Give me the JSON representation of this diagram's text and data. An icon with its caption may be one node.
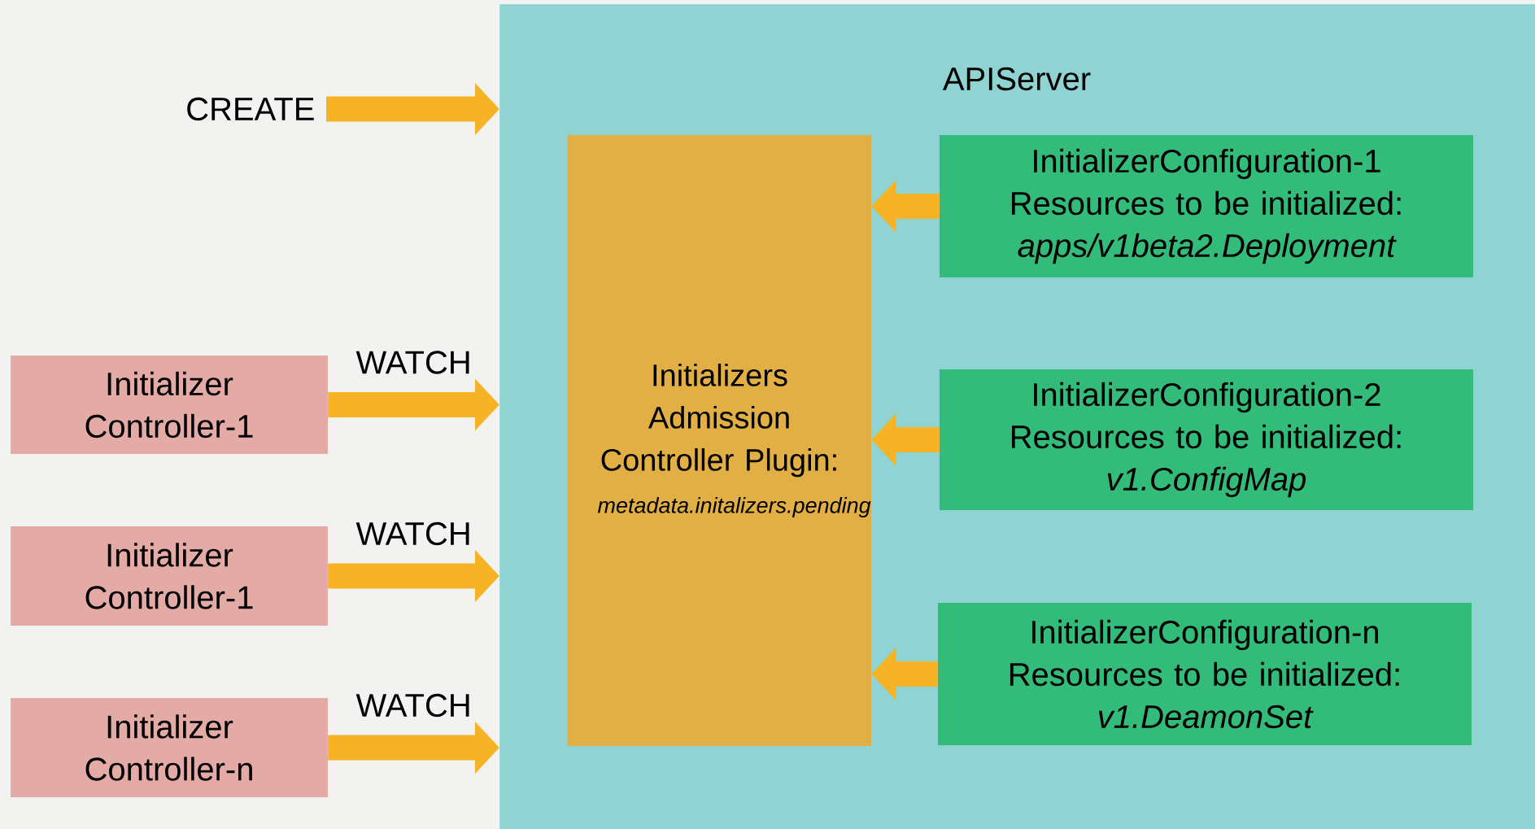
{
  "diagram": {
    "nodes": [
      {
        "text": [
          "APIServer"
        ]
      },
      {
        "text": [
          "Initializers Admission Controller Plugin:",
          "metadata.initalizers.pending"
        ],
        "in": 0
      },
      {
        "text": [
          "InitializerConfiguration-1",
          "Resources to be initialized:",
          "apps/v1beta2.Deployment"
        ],
        "in": 0
      },
      {
        "text": [
          "InitializerConfiguration-2",
          "Resources to be initialized:",
          "v1.ConfigMap"
        ],
        "in": 0
      },
      {
        "text": [
          "InitializerConfiguration-n",
          "Resources to be initialized:",
          "v1.DeamonSet"
        ],
        "in": 0
      },
      {
        "text": [
          "Initializer Controller-1"
        ]
      },
      {
        "text": [
          "Initializer Controller-1"
        ]
      },
      {
        "text": [
          "Initializer Controller-n"
        ]
      }
    ],
    "edges": [
      {
        "from": null,
        "to": 0,
        "arrow": "to",
        "label": "CREATE"
      },
      {
        "from": 5,
        "to": 0,
        "arrow": "to",
        "label": "WATCH"
      },
      {
        "from": 6,
        "to": 0,
        "arrow": "to",
        "label": "WATCH"
      },
      {
        "from": 7,
        "to": 0,
        "arrow": "to",
        "label": "WATCH"
      },
      {
        "from": 2,
        "to": 1,
        "arrow": "to"
      },
      {
        "from": 3,
        "to": 1,
        "arrow": "to"
      },
      {
        "from": 4,
        "to": 1,
        "arrow": "to"
      }
    ]
  }
}
